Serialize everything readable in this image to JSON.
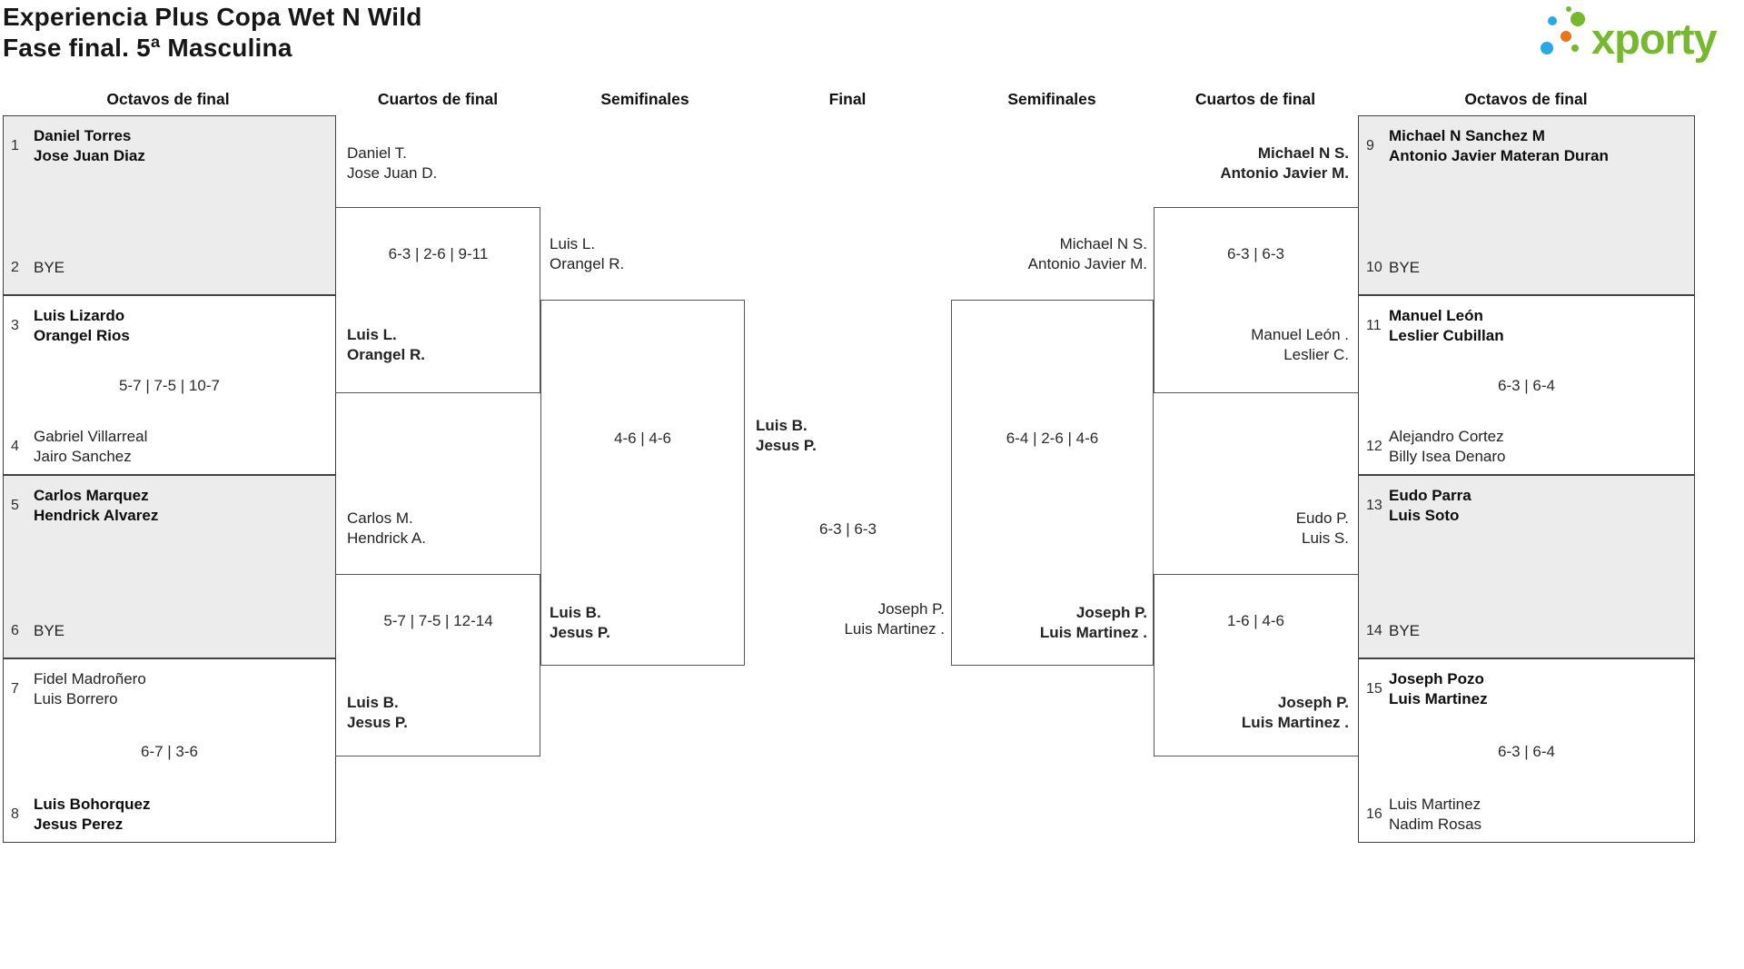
{
  "page": {
    "title_line1": "Experiencia Plus Copa Wet N Wild",
    "title_line2": "Fase final. 5ª Masculina"
  },
  "logo": {
    "text": "xporty",
    "green": "#76b82e",
    "blue": "#29a9e1",
    "orange": "#e8751a"
  },
  "round_headers": {
    "r16_left": "Octavos de final",
    "qf_left": "Cuartos de final",
    "sf_left": "Semifinales",
    "final": "Final",
    "sf_right": "Semifinales",
    "qf_right": "Cuartos de final",
    "r16_right": "Octavos de final"
  },
  "r16": [
    {
      "seed_top": "1",
      "top1": "Daniel Torres",
      "top2": "Jose Juan Diaz",
      "winner": "top",
      "score": "",
      "seed_bottom": "2",
      "bottom1": "BYE",
      "bottom2": ""
    },
    {
      "seed_top": "3",
      "top1": "Luis Lizardo",
      "top2": "Orangel Rios",
      "winner": "top",
      "score": "5-7 | 7-5 | 10-7",
      "seed_bottom": "4",
      "bottom1": "Gabriel Villarreal",
      "bottom2": "Jairo Sanchez"
    },
    {
      "seed_top": "5",
      "top1": "Carlos Marquez",
      "top2": "Hendrick Alvarez",
      "winner": "top",
      "score": "",
      "seed_bottom": "6",
      "bottom1": "BYE",
      "bottom2": ""
    },
    {
      "seed_top": "7",
      "top1": "Fidel Madroñero",
      "top2": "Luis Borrero",
      "winner": "bottom",
      "score": "6-7 | 3-6",
      "seed_bottom": "8",
      "bottom1": "Luis Bohorquez",
      "bottom2": "Jesus Perez"
    },
    {
      "seed_top": "9",
      "top1": "Michael N Sanchez M",
      "top2": "Antonio Javier Materan Duran",
      "winner": "top",
      "score": "",
      "seed_bottom": "10",
      "bottom1": "BYE",
      "bottom2": ""
    },
    {
      "seed_top": "11",
      "top1": "Manuel León",
      "top2": "Leslier Cubillan",
      "winner": "top",
      "score": "6-3 | 6-4",
      "seed_bottom": "12",
      "bottom1": "Alejandro Cortez",
      "bottom2": "Billy Isea Denaro"
    },
    {
      "seed_top": "13",
      "top1": "Eudo Parra",
      "top2": "Luis Soto",
      "winner": "top",
      "score": "",
      "seed_bottom": "14",
      "bottom1": "BYE",
      "bottom2": ""
    },
    {
      "seed_top": "15",
      "top1": "Joseph Pozo",
      "top2": "Luis Martinez",
      "winner": "top",
      "score": "6-3 | 6-4",
      "seed_bottom": "16",
      "bottom1": "Luis Martinez",
      "bottom2": "Nadim Rosas"
    }
  ],
  "qf": [
    {
      "top1": "Daniel T.",
      "top2": "Jose Juan D.",
      "score": "6-3 | 2-6 | 9-11",
      "bottom1": "Luis L.",
      "bottom2": "Orangel R.",
      "winner": "bottom"
    },
    {
      "top1": "Carlos M.",
      "top2": "Hendrick A.",
      "score": "5-7 | 7-5 | 12-14",
      "bottom1": "Luis B.",
      "bottom2": "Jesus P.",
      "winner": "bottom"
    },
    {
      "top1": "Michael N S.",
      "top2": "Antonio Javier M.",
      "score": "6-3 | 6-3",
      "bottom1": "Manuel León .",
      "bottom2": "Leslier C.",
      "winner": "top"
    },
    {
      "top1": "Eudo P.",
      "top2": "Luis S.",
      "score": "1-6 | 4-6",
      "bottom1": "Joseph P.",
      "bottom2": "Luis Martinez .",
      "winner": "bottom"
    }
  ],
  "sf": [
    {
      "top1": "Luis L.",
      "top2": "Orangel R.",
      "score": "4-6 | 4-6",
      "bottom1": "Luis B.",
      "bottom2": "Jesus P.",
      "winner": "bottom"
    },
    {
      "top1": "Michael N S.",
      "top2": "Antonio Javier M.",
      "score": "6-4 | 2-6 | 4-6",
      "bottom1": "Joseph P.",
      "bottom2": "Luis Martinez .",
      "winner": "bottom"
    }
  ],
  "final": {
    "left1": "Luis B.",
    "left2": "Jesus P.",
    "score": "6-3 | 6-3",
    "right1": "Joseph P.",
    "right2": "Luis Martinez .",
    "winner": "left"
  }
}
